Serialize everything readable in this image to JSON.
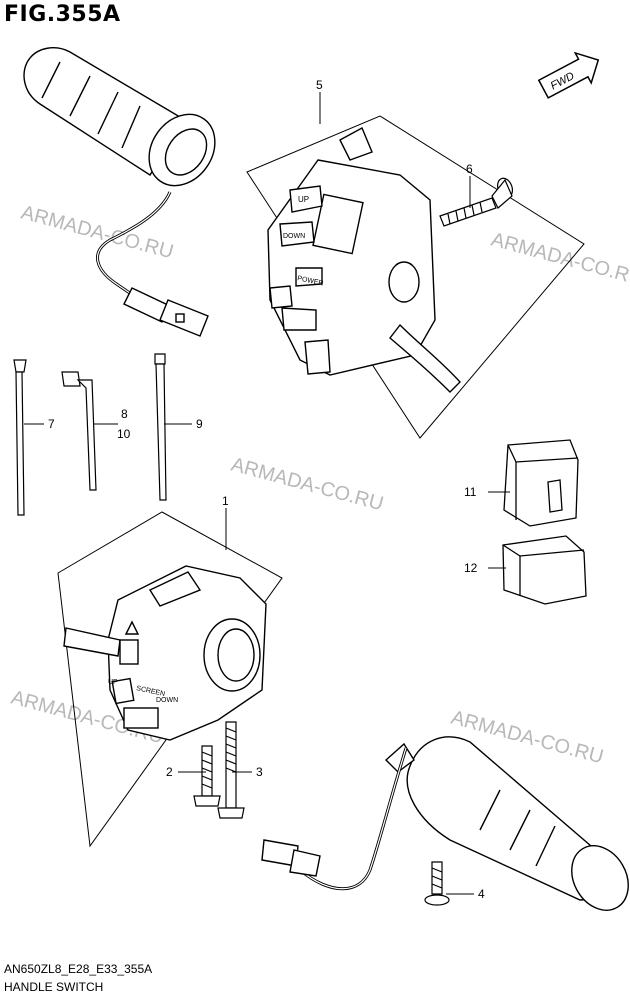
{
  "figure": {
    "title": "FIG.355A",
    "code": "AN650ZL8_E28_E33_355A",
    "name": "HANDLE SWITCH"
  },
  "fwd_arrow": {
    "label": "FWD"
  },
  "watermark": "ARMADA-CO.RU",
  "callouts": {
    "c1": "1",
    "c2": "2",
    "c3": "3",
    "c4": "4",
    "c5": "5",
    "c6": "6",
    "c7": "7",
    "c8": "8",
    "c10": "10",
    "c9": "9",
    "c11": "11",
    "c12": "12"
  },
  "switch_labels": {
    "up": "UP",
    "down": "DOWN",
    "power": "POWER",
    "screen": "SCREEN",
    "screen_up": "UP",
    "screen_down": "DOWN"
  }
}
